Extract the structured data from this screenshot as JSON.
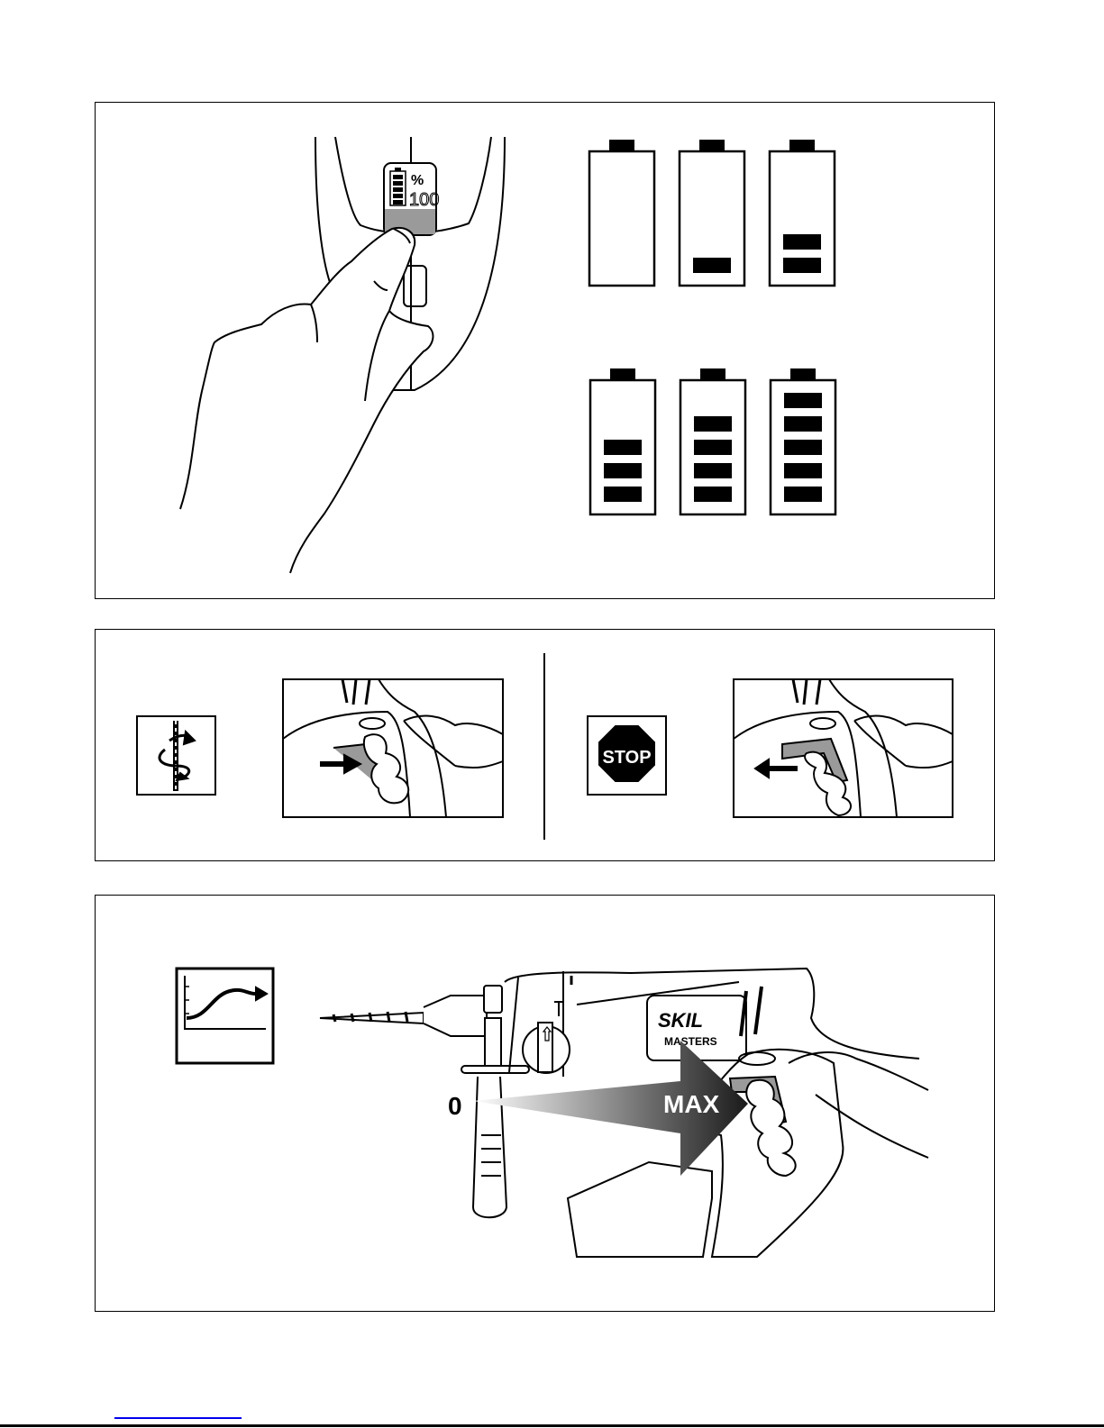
{
  "figure1": {
    "display_percent_symbol": "%",
    "display_value": "100",
    "battery_levels": [
      0,
      1,
      2,
      3,
      4,
      5
    ],
    "battery_max_bars": 5
  },
  "figure2": {
    "stop_sign_label": "STOP",
    "icons": [
      "rotation-icon",
      "stop-icon"
    ]
  },
  "figure3": {
    "brand_logo": "SKIL",
    "brand_sub": "MASTERS",
    "speed_min_label": "0",
    "speed_max_label": "MAX"
  },
  "colors": {
    "ink": "#000000",
    "grey": "#9a9a9a",
    "link": "#0000ee"
  }
}
